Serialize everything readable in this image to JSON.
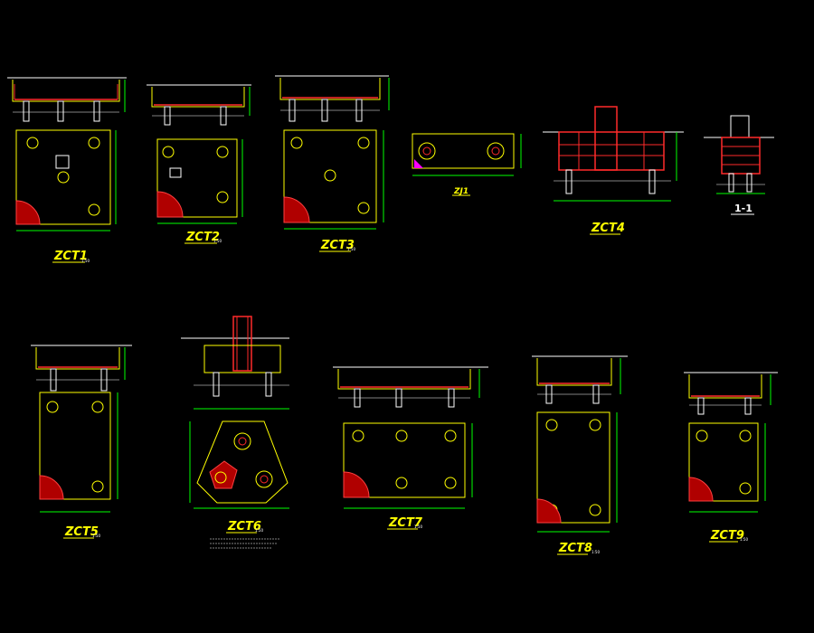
{
  "drawing": {
    "background": "#000000",
    "colors": {
      "outline": "#ffff00",
      "dimension": "#00ff00",
      "rebar": "#ff2a2a",
      "hatch": "#ff4040",
      "text": "#ffffff",
      "accent": "#ff00ff"
    },
    "caps": [
      {
        "id": "zct1",
        "label": "ZCT1",
        "scale": "1:50"
      },
      {
        "id": "zct2",
        "label": "ZCT2",
        "scale": "1:50"
      },
      {
        "id": "zct3",
        "label": "ZCT3",
        "scale": "1:50"
      },
      {
        "id": "zj1",
        "label": "ZJ1",
        "scale": ""
      },
      {
        "id": "zct4",
        "label": "ZCT4",
        "scale": ""
      },
      {
        "id": "sec11",
        "label": "1-1",
        "scale": ""
      },
      {
        "id": "zct5",
        "label": "ZCT5",
        "scale": "1:50"
      },
      {
        "id": "zct6",
        "label": "ZCT6",
        "scale": "1:50"
      },
      {
        "id": "zct7",
        "label": "ZCT7",
        "scale": "1:50"
      },
      {
        "id": "zct8",
        "label": "ZCT8",
        "scale": "1:50"
      },
      {
        "id": "zct9",
        "label": "ZCT9",
        "scale": "1:50"
      }
    ]
  }
}
